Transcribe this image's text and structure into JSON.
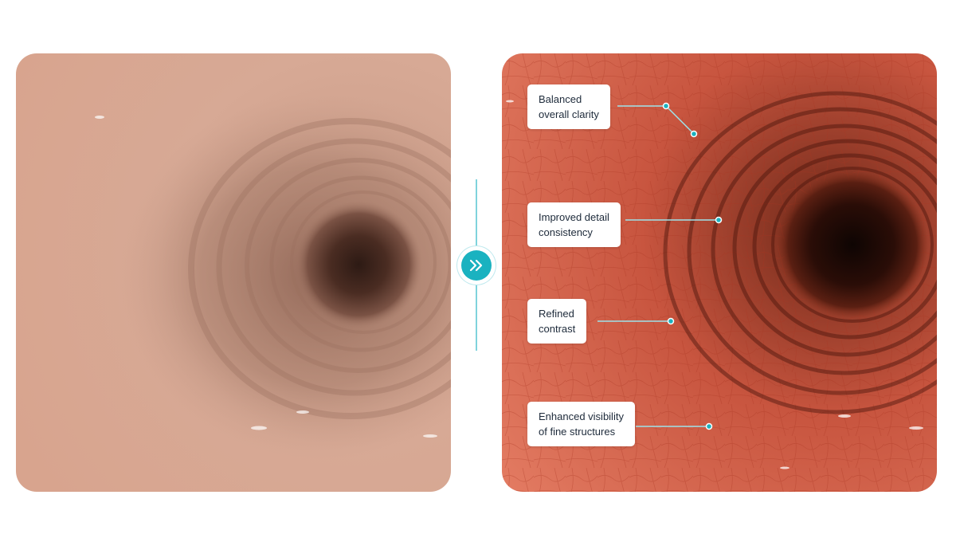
{
  "panels": {
    "before": {
      "icon": "endoscopy-image-original"
    },
    "after": {
      "icon": "endoscopy-image-enhanced"
    }
  },
  "compare_button": {
    "icon": "double-chevron-right-icon"
  },
  "callouts": [
    {
      "line1": "Balanced",
      "line2": "overall clarity"
    },
    {
      "line1": "Improved detail",
      "line2": "consistency"
    },
    {
      "line1": "Refined",
      "line2": "contrast"
    },
    {
      "line1": "Enhanced visibility",
      "line2": "of fine structures"
    }
  ],
  "colors": {
    "accent": "#1ab2c0",
    "divider": "#7fd3dc",
    "callout_text": "#1d2a3a"
  }
}
